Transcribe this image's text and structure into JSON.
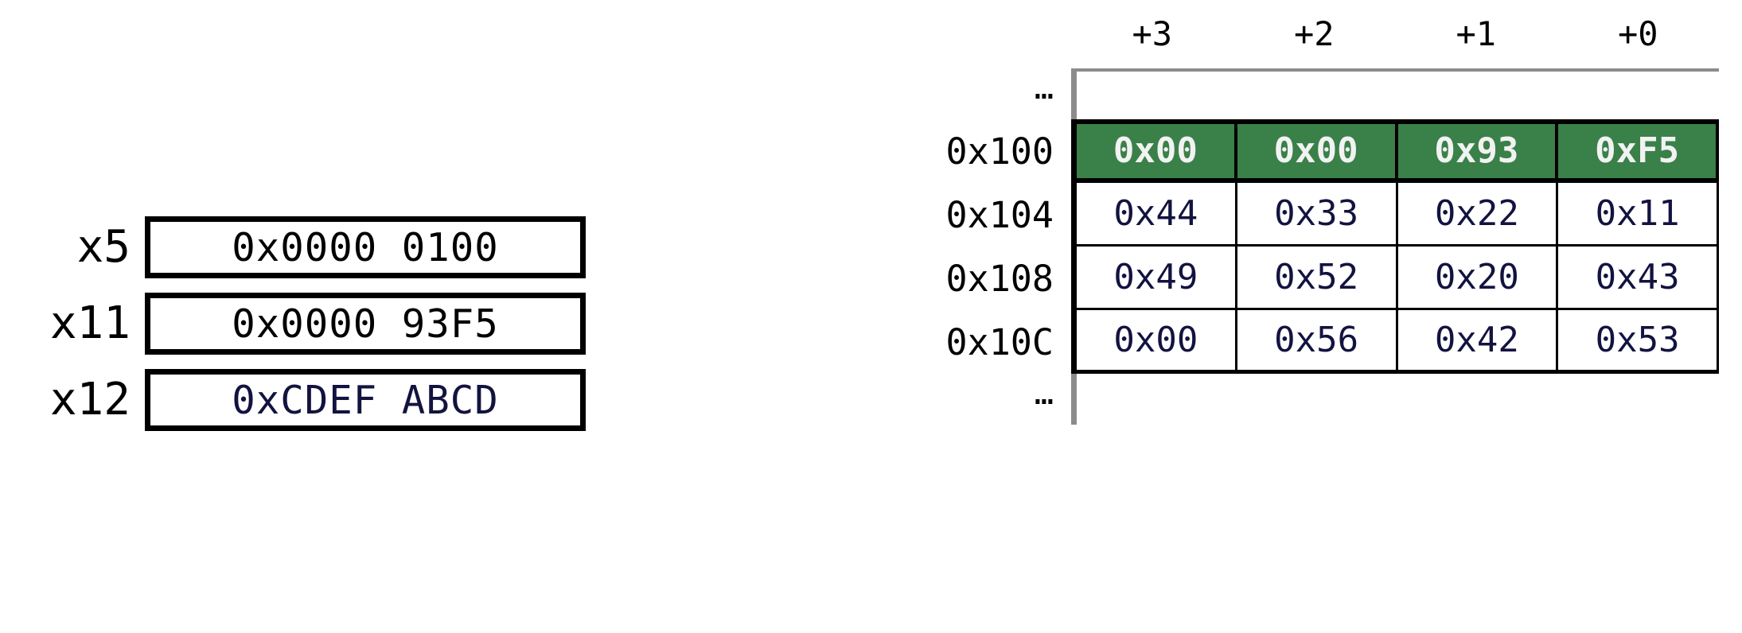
{
  "registers": {
    "rows": [
      {
        "name": "x5",
        "value": "0x0000 0100",
        "color": "black"
      },
      {
        "name": "x11",
        "value": "0x0000 93F5",
        "color": "black"
      },
      {
        "name": "x12",
        "value": "0xCDEF ABCD",
        "color": "navy"
      }
    ]
  },
  "memory": {
    "column_headers": [
      "+3",
      "+2",
      "+1",
      "+0"
    ],
    "ellipsis": "…",
    "rows": [
      {
        "address": "0x100",
        "cells": [
          "0x00",
          "0x00",
          "0x93",
          "0xF5"
        ],
        "highlight": true
      },
      {
        "address": "0x104",
        "cells": [
          "0x44",
          "0x33",
          "0x22",
          "0x11"
        ],
        "highlight": false
      },
      {
        "address": "0x108",
        "cells": [
          "0x49",
          "0x52",
          "0x20",
          "0x43"
        ],
        "highlight": false
      },
      {
        "address": "0x10C",
        "cells": [
          "0x00",
          "0x56",
          "0x42",
          "0x53"
        ],
        "highlight": false
      }
    ]
  },
  "colors": {
    "highlight_green": "#3a8049",
    "highlight_text": "#f2f2f2",
    "value_navy": "#131340",
    "grid_black": "#000000",
    "spine_gray": "#8c8c8c"
  }
}
